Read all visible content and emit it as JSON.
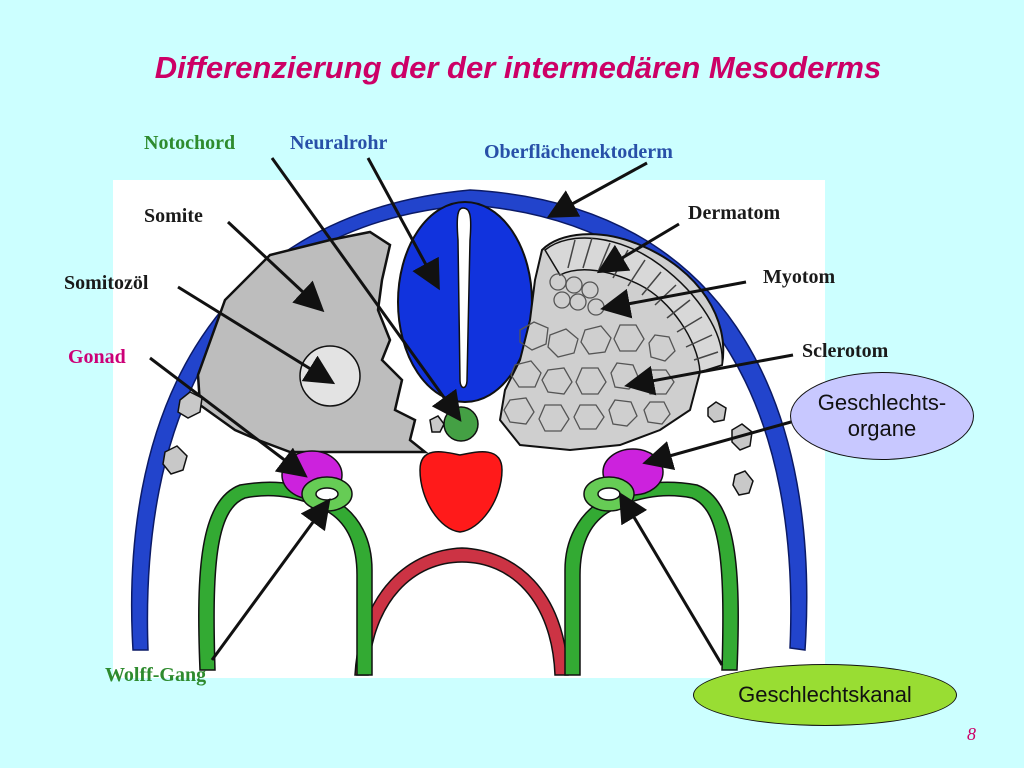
{
  "title": "Differenzierung der der intermedären Mesoderms",
  "labels": {
    "notochord": "Notochord",
    "neuralrohr": "Neuralrohr",
    "oberflaechenektoderm": "Oberflächenektoderm",
    "somite": "Somite",
    "dermatom": "Dermatom",
    "somitozoel": "Somitozöl",
    "myotom": "Myotom",
    "gonad": "Gonad",
    "sclerotom": "Sclerotom",
    "geschlechtsorgane_line1": "Geschlechts-",
    "geschlechtsorgane_line2": "organe",
    "wolff_gang": "Wolff-Gang",
    "geschlechtskanal": "Geschlechtskanal"
  },
  "page_number": "8",
  "colors": {
    "background": "#ccffff",
    "title": "#cc0066",
    "neural_tube": "#1133dd",
    "ectoderm": "#2244cc",
    "somite": "#b8b8b8",
    "notochord": "#44a044",
    "aorta": "#ff1a1a",
    "gonad": "#cc22dd",
    "wolff_duct": "#33aa33",
    "gut": "#cc3344",
    "geschlechtsorgane_bubble": "#c8c8ff",
    "geschlechtskanal_bubble": "#99dd33"
  }
}
